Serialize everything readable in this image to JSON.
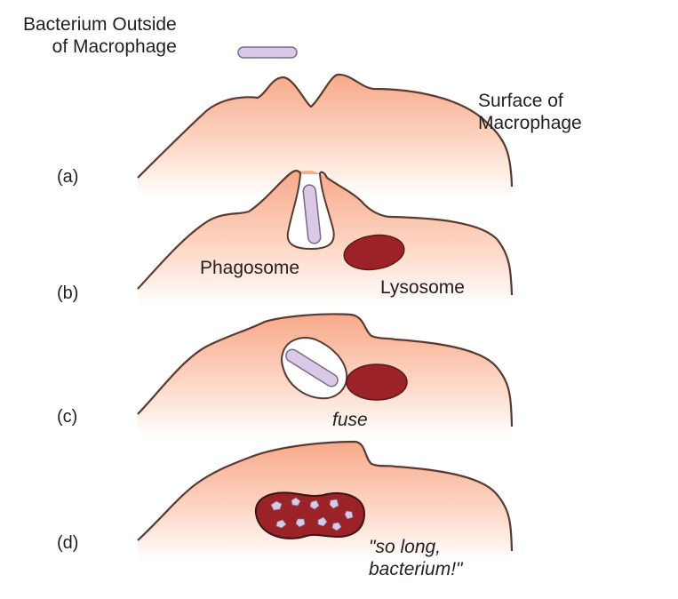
{
  "labels": {
    "bacterium_outside": "Bacterium Outside\nof Macrophage",
    "surface": "Surface of\nMacrophage",
    "phagosome": "Phagosome",
    "lysosome": "Lysosome",
    "fuse": "fuse",
    "quote": "\"so long,\nbacterium!\""
  },
  "steps": [
    "(a)",
    "(b)",
    "(c)",
    "(d)"
  ],
  "colors": {
    "cell_fill_top": "#f7a98a",
    "cell_fill_bottom": "#ffffff",
    "outline": "#5a3a31",
    "lysosome": "#9b2226",
    "bacterium": "#d9c8e6",
    "bacterium_outline": "#7a6a8a",
    "text": "#231f20"
  }
}
